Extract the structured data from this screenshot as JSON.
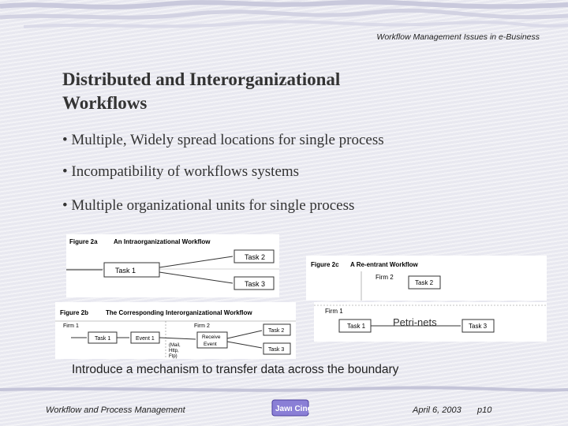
{
  "header": {
    "subtitle": "Workflow Management Issues in e-Business"
  },
  "title": {
    "line1": "Distributed  and Interorganizational",
    "line2": "Workflows"
  },
  "bullets": [
    "• Multiple, Widely spread locations for single process",
    "• Incompatibility of workflows systems",
    "• Multiple organizational units for single process"
  ],
  "figures": {
    "fig2a": {
      "label": "Figure 2a",
      "title": "An Intraorganizational Workflow",
      "task1": "Task 1",
      "task2": "Task 2",
      "task3": "Task 3"
    },
    "fig2c": {
      "label": "Figure 2c",
      "title": "A Re-entrant Workflow",
      "firm2": "Firm 2",
      "task2": "Task 2",
      "firm1": "Firm 1",
      "task1": "Task 1",
      "task3": "Task 3"
    },
    "fig2b": {
      "label": "Figure 2b",
      "title": "The Corresponding Interorganizational Workflow",
      "firm1": "Firm 1",
      "firm2": "Firm 2",
      "task1": "Task 1",
      "event1": "Event 1",
      "receive": "Receive",
      "event": "Event",
      "task2": "Task 2",
      "task3": "Task 3",
      "mail1": "(Mail,",
      "mail2": "Http,",
      "mail3": "Ftp)"
    }
  },
  "petri_label": "Petri-nets",
  "caption": "Introduce a mechanism to transfer data across the boundary",
  "footer": {
    "left": "Workflow and Process Management",
    "logo_text": "Jawı Cing",
    "date": "April 6, 2003",
    "page": "p10"
  }
}
